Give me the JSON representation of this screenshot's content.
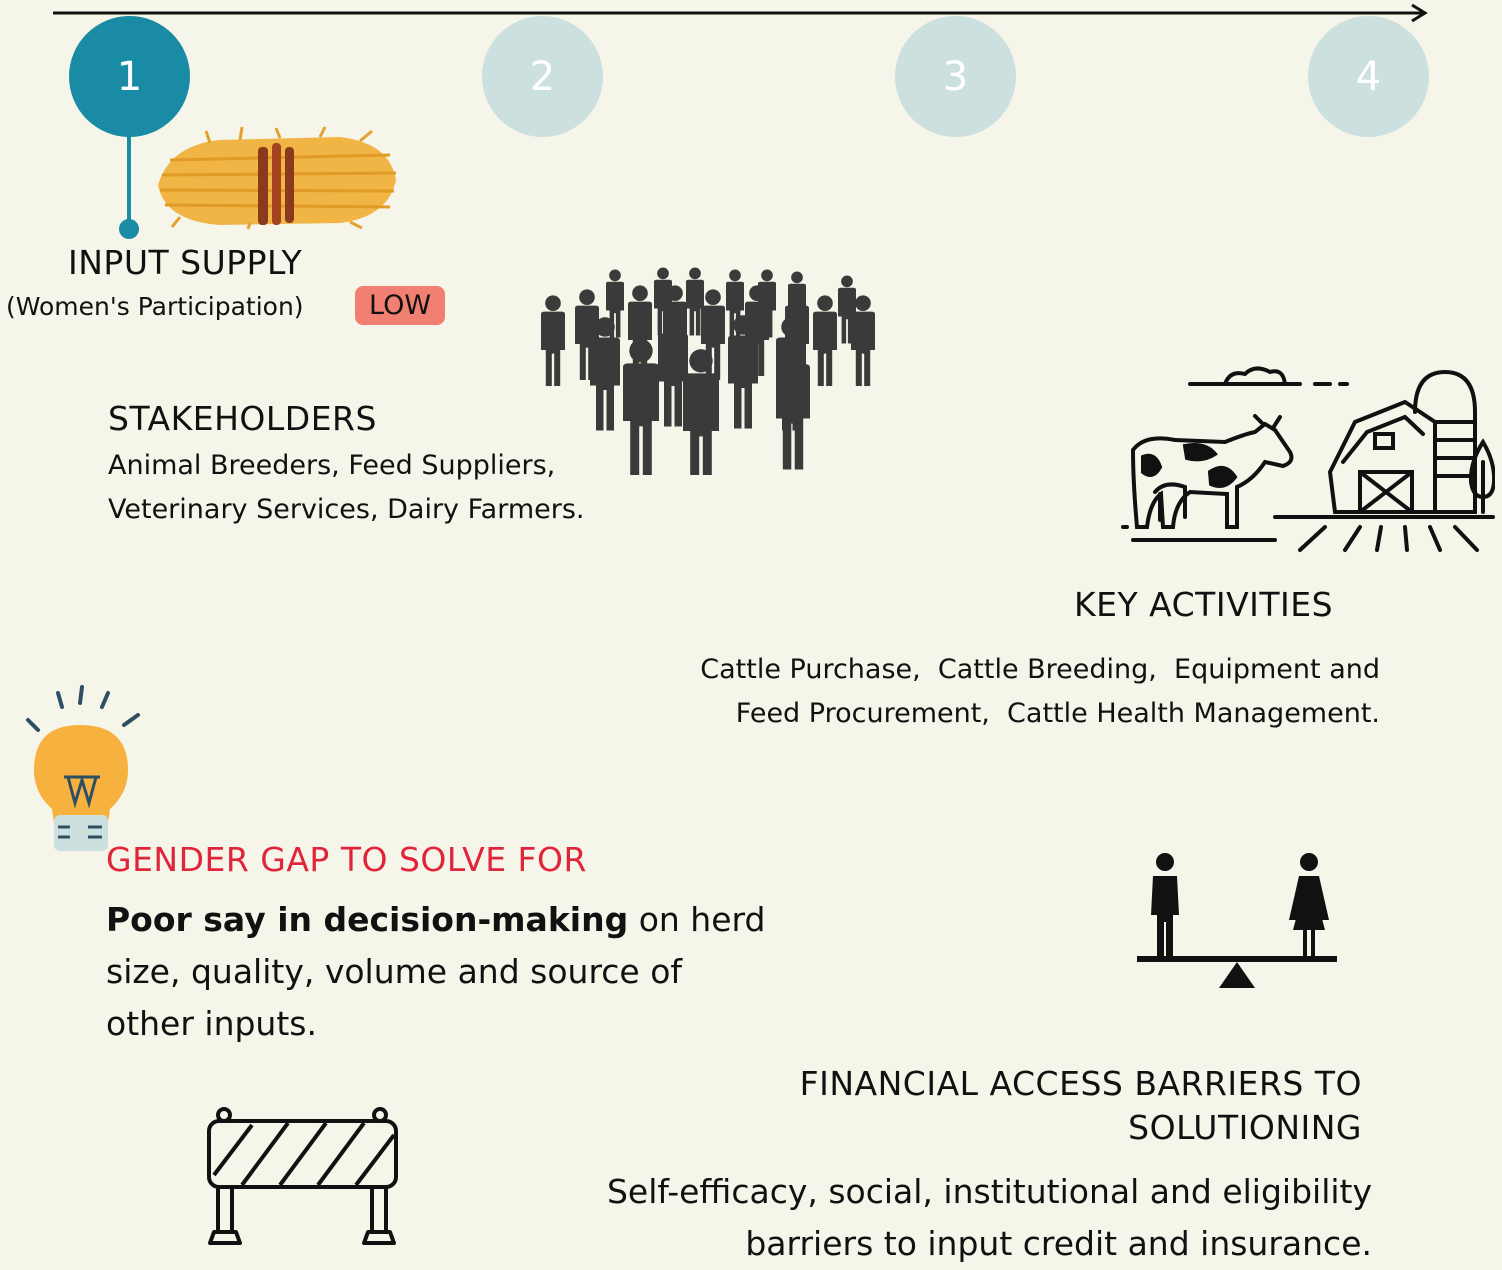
{
  "timeline": {
    "steps": [
      {
        "number": "1",
        "active": true
      },
      {
        "number": "2",
        "active": false
      },
      {
        "number": "3",
        "active": false
      },
      {
        "number": "4",
        "active": false
      }
    ],
    "colors": {
      "active": "#1a8ba4",
      "inactive": "#cde0e0"
    }
  },
  "input_supply": {
    "title": "INPUT SUPPLY",
    "participation_label": "(Women's Participation)",
    "level": "LOW"
  },
  "stakeholders": {
    "title": "STAKEHOLDERS",
    "line1": "Animal Breeders, Feed Suppliers,",
    "line2": "Veterinary Services, Dairy Farmers."
  },
  "key_activities": {
    "title": "KEY ACTIVITIES",
    "line1": "Cattle Purchase,  Cattle Breeding,  Equipment and",
    "line2": "Feed Procurement,  Cattle Health Management."
  },
  "gender_gap": {
    "title": "GENDER GAP TO SOLVE FOR",
    "bold": "Poor say in decision-making",
    "rest1": " on herd",
    "line2": "size, quality, volume and source of",
    "line3": "other inputs."
  },
  "financial_barriers": {
    "title1": "FINANCIAL ACCESS BARRIERS TO",
    "title2": "SOLUTIONING",
    "line1": "Self-efficacy, social, institutional and eligibility",
    "line2": "barriers to input credit and insurance."
  },
  "icons": [
    "hay-bale-icon",
    "crowd-icon",
    "farm-icon",
    "lightbulb-icon",
    "gender-balance-icon",
    "barrier-icon"
  ]
}
